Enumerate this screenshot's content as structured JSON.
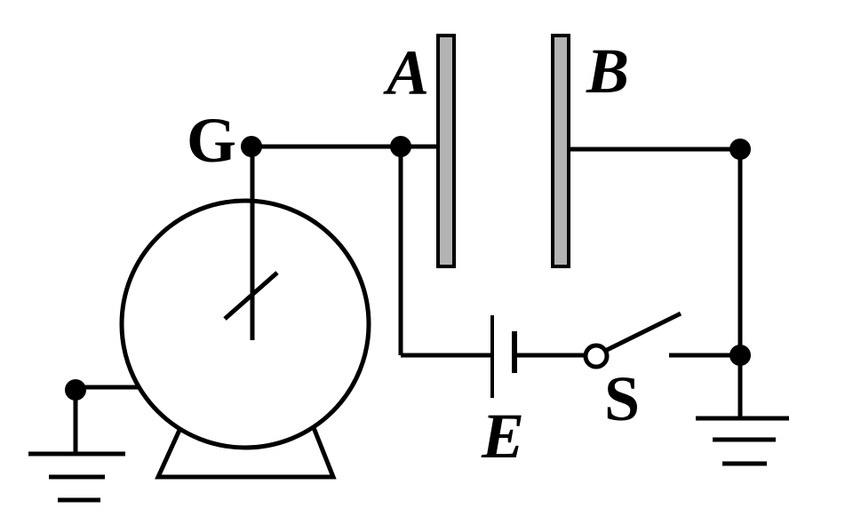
{
  "labels": {
    "galvanometer": "G",
    "plate_a": "A",
    "plate_b": "B",
    "battery": "E",
    "switch": "S"
  },
  "switch_state": "open",
  "colors": {
    "line": "#000000",
    "plate_fill": "#b3b3b3",
    "background": "#ffffff"
  }
}
